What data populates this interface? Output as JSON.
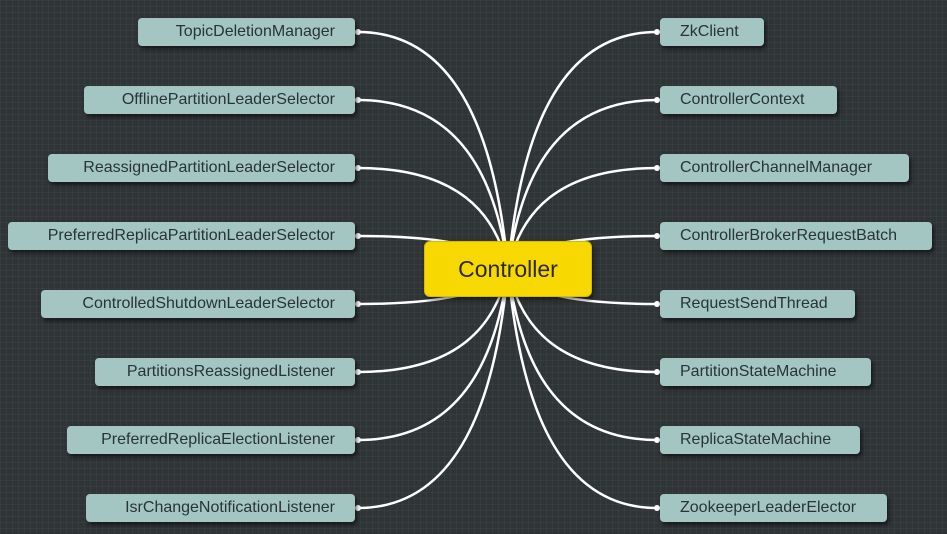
{
  "center": {
    "label": "Controller"
  },
  "left_nodes": [
    "TopicDeletionManager",
    "OfflinePartitionLeaderSelector",
    "ReassignedPartitionLeaderSelector",
    "PreferredReplicaPartitionLeaderSelector",
    "ControlledShutdownLeaderSelector",
    "PartitionsReassignedListener",
    "PreferredReplicaElectionListener",
    "IsrChangeNotificationListener"
  ],
  "right_nodes": [
    "ZkClient",
    "ControllerContext",
    "ControllerChannelManager",
    "ControllerBrokerRequestBatch",
    "RequestSendThread",
    "PartitionStateMachine",
    "ReplicaStateMachine",
    "ZookeeperLeaderElector"
  ],
  "colors": {
    "background": "#2f3437",
    "node_fill": "#a3c6c2",
    "center_fill": "#f7d800",
    "connector": "#ffffff"
  }
}
